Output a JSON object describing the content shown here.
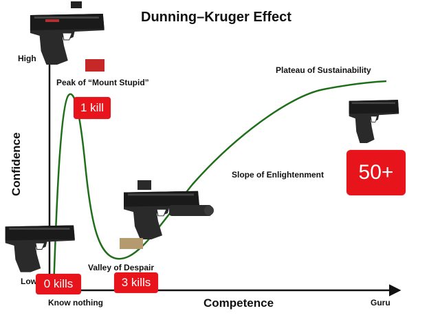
{
  "title": "Dunning–Kruger Effect",
  "axes": {
    "y_label": "Confidence",
    "y_high": "High",
    "y_low": "Low",
    "x_label": "Competence",
    "x_start": "Know nothing",
    "x_end": "Guru"
  },
  "stages": {
    "peak": "Peak of “Mount Stupid”",
    "valley": "Valley of Despair",
    "slope": "Slope of Enlightenment",
    "plateau": "Plateau of Sustainability"
  },
  "badges": {
    "zero": "0 kills",
    "one": "1 kill",
    "three": "3 kills",
    "fifty": "50+"
  },
  "colors": {
    "curve": "#1f6e1a",
    "badge": "#e8141b",
    "axis": "#111111"
  },
  "icons": [
    "pistol-with-red-dot-sight-icon",
    "compact-pistol-icon",
    "pistol-with-optic-and-light-icon"
  ]
}
